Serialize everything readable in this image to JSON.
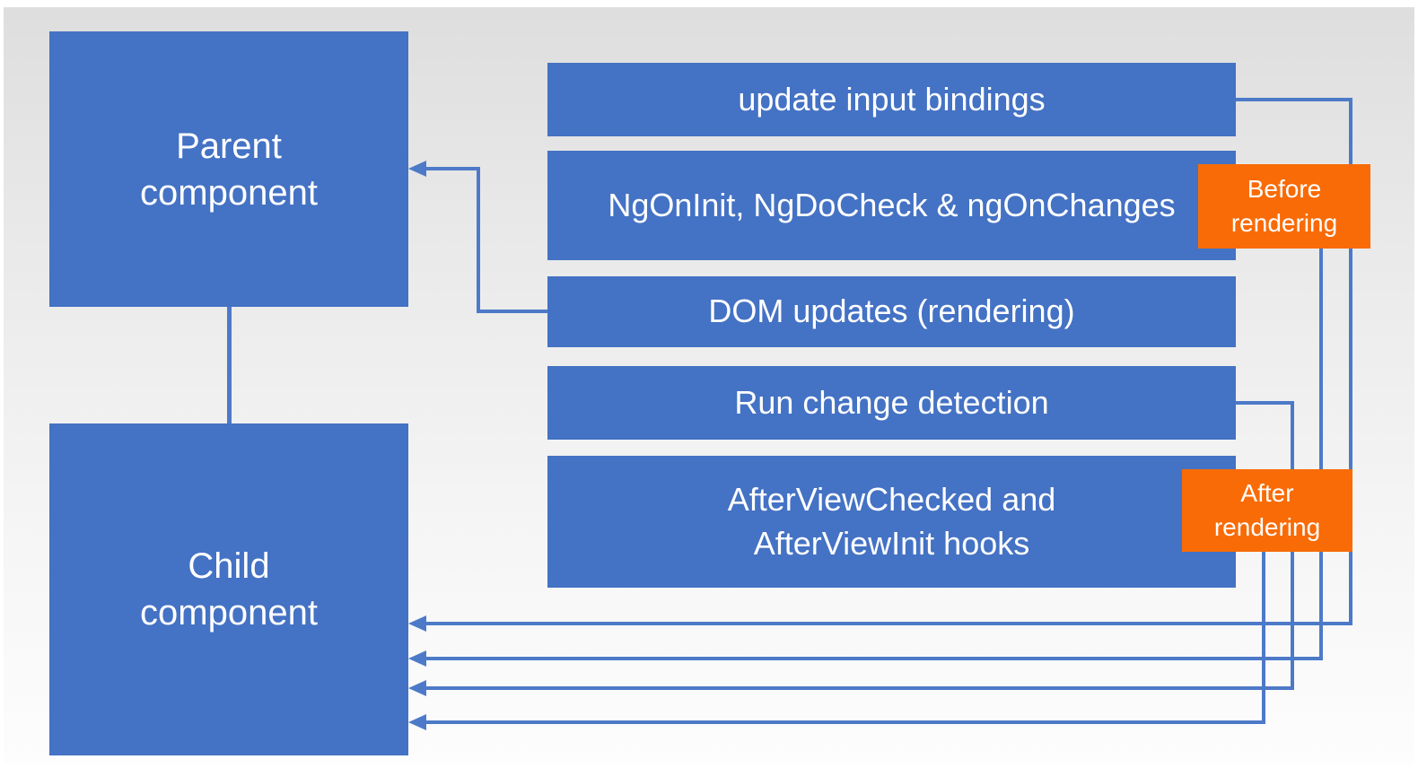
{
  "colors": {
    "box_blue": "#4472c4",
    "connector_blue": "#4d7ac8",
    "badge_orange": "#f96b06",
    "label_white": "#ffffff",
    "bg_top": "#dedede",
    "bg_bottom": "#fdfdfd"
  },
  "components": {
    "parent": {
      "label": "Parent\ncomponent"
    },
    "child": {
      "label": "Child\ncomponent"
    }
  },
  "steps": [
    {
      "label": "update input bindings"
    },
    {
      "label": "NgOnInit, NgDoCheck & ngOnChanges"
    },
    {
      "label": "DOM updates (rendering)"
    },
    {
      "label": "Run change detection"
    },
    {
      "label": "AfterViewChecked and\nAfterViewInit hooks"
    }
  ],
  "badges": {
    "before_rendering": {
      "label": "Before\nrendering"
    },
    "after_rendering": {
      "label": "After\nrendering"
    }
  }
}
